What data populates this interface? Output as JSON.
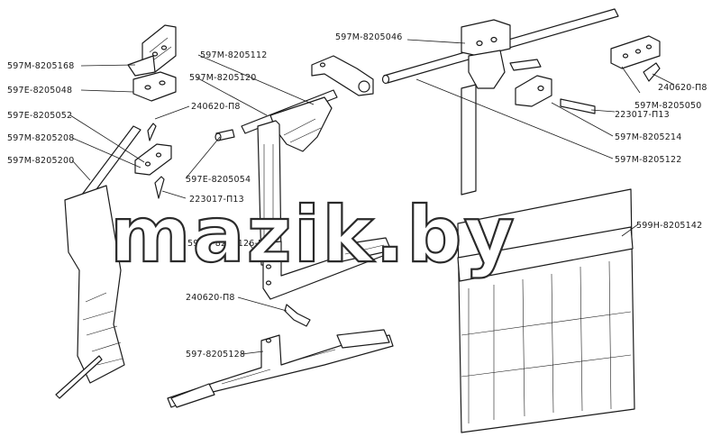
{
  "callouts": {
    "l1": "597M-8205168",
    "l2": "597E-8205048",
    "l3": "597E-8205052",
    "l4": "597M-8205208",
    "l5": "597M-8205200",
    "m1": "597M-8205112",
    "m2": "597M-8205120",
    "m3": "240620-П8",
    "m4": "597E-8205054",
    "m5": "223017-П13",
    "m6": "597M-8205126-Б",
    "m7": "240620-П8",
    "m8": "597-8205128",
    "r1": "597M-8205046",
    "r2": "240620-П8",
    "r3": "597M-8205050",
    "r4": "223017-П13",
    "r5": "597M-8205214",
    "r6": "597M-8205122",
    "r7": "599Н-8205142"
  },
  "watermark": "mazik.by"
}
